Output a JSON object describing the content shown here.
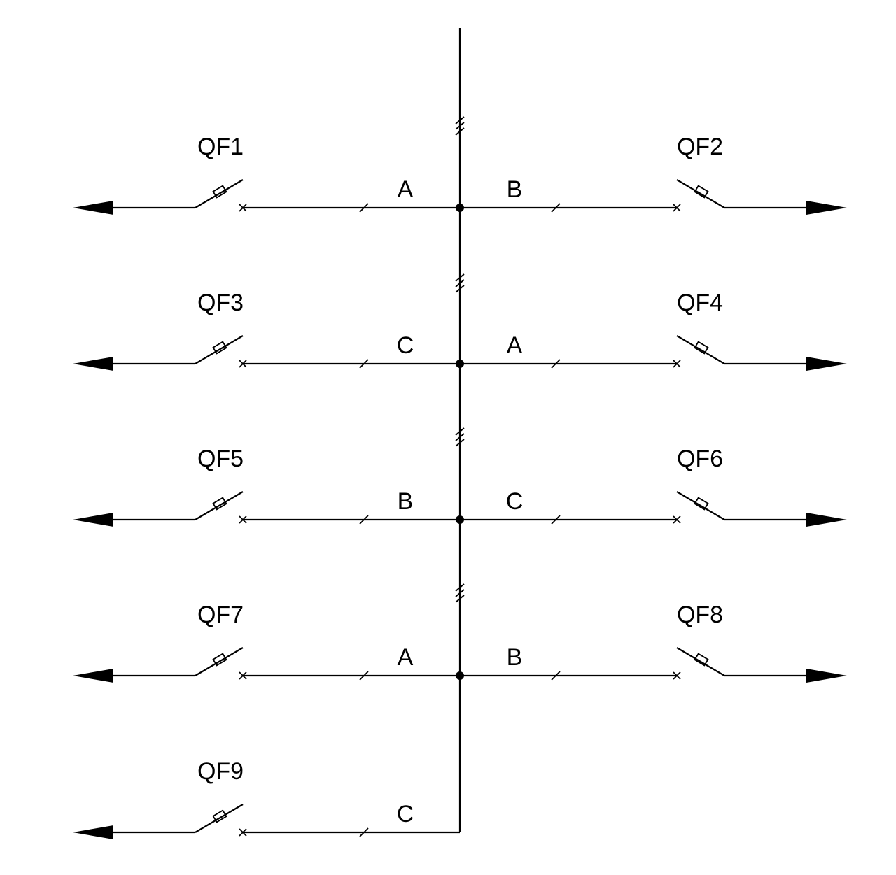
{
  "diagram": {
    "breakers": [
      {
        "label": "QF1",
        "phase": "A"
      },
      {
        "label": "QF2",
        "phase": "B"
      },
      {
        "label": "QF3",
        "phase": "C"
      },
      {
        "label": "QF4",
        "phase": "A"
      },
      {
        "label": "QF5",
        "phase": "B"
      },
      {
        "label": "QF6",
        "phase": "C"
      },
      {
        "label": "QF7",
        "phase": "A"
      },
      {
        "label": "QF8",
        "phase": "B"
      },
      {
        "label": "QF9",
        "phase": "C"
      }
    ],
    "colors": {
      "stroke": "#000000",
      "background": "#ffffff"
    }
  }
}
